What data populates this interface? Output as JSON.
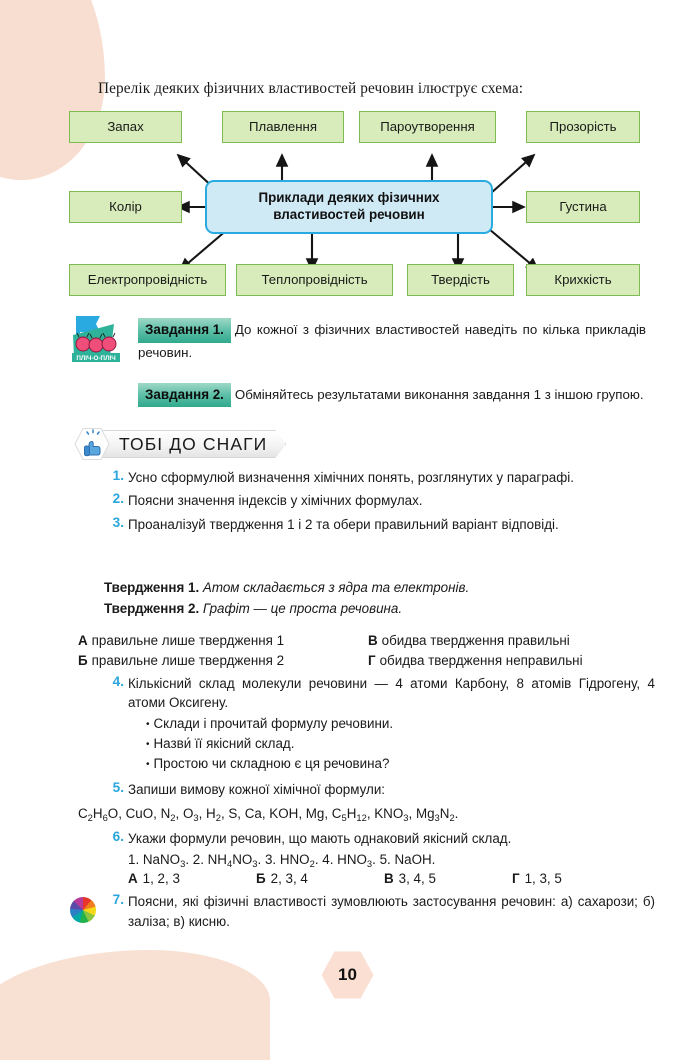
{
  "page": {
    "number": "10",
    "intro": "Перелік деяких фізичних властивостей речовин ілюструє схема:"
  },
  "scheme": {
    "center": "Приклади деяких фізичних\nвластивостей речовин",
    "center_line1": "Приклади деяких фізичних",
    "center_line2": "властивостей речовин",
    "nodes": [
      {
        "label": "Запах"
      },
      {
        "label": "Плавлення"
      },
      {
        "label": "Пароутворення"
      },
      {
        "label": "Прозорість"
      },
      {
        "label": "Колір"
      },
      {
        "label": "Густина"
      },
      {
        "label": "Електропровідність"
      },
      {
        "label": "Теплопровідність"
      },
      {
        "label": "Твердість"
      },
      {
        "label": "Крихкість"
      }
    ],
    "colors": {
      "node_fill": "#d7ecba",
      "node_border": "#7fbb52",
      "center_fill": "#cfe9f5",
      "center_border": "#29abe2"
    }
  },
  "pair_work": {
    "icon_caption": "ПЛІЧ-О-ПЛІЧ",
    "task1_label": "Завдання 1.",
    "task1_text": "До кожної з фізичних властивостей наведіть по кілька прикладів речовин.",
    "task2_label": "Завдання 2.",
    "task2_text": "Обміняйтесь результатами виконання завдання 1 з іншою групою."
  },
  "section": {
    "badge_title": "ТОБІ ДО СНАГИ"
  },
  "questions": [
    {
      "num": "1.",
      "text": "Усно сформулюй визначення хімічних понять, розглянутих у параграфі."
    },
    {
      "num": "2.",
      "text": "Поясни значення індексів у хімічних формулах."
    },
    {
      "num": "3.",
      "text": "Проаналізуй твердження 1 і 2 та обери правильний варіант відповіді."
    },
    {
      "num": "4.",
      "text": "Кількісний склад молекули речовини — 4 атоми Карбону, 8 атомів Гідрогену, 4 атоми Оксигену."
    },
    {
      "num": "5.",
      "text": "Запиши вимову кожної хімічної формули:"
    },
    {
      "num": "6.",
      "text": "Укажи формули речовин, що мають однаковий якісний склад."
    },
    {
      "num": "7.",
      "text": "Поясни, які фізичні властивості зумовлюють застосування речовин: а) сахарози; б) заліза; в) кисню."
    }
  ],
  "statements": {
    "s1_label": "Твердження 1.",
    "s1_text": "Атом складається з ядра та електронів.",
    "s2_label": "Твердження 2.",
    "s2_text": "Графіт — це проста речовина."
  },
  "q3_answers": [
    {
      "key": "А",
      "text": "правильне лише твердження 1"
    },
    {
      "key": "В",
      "text": "обидва твердження правильні"
    },
    {
      "key": "Б",
      "text": "правильне лише твердження 2"
    },
    {
      "key": "Г",
      "text": "обидва твердження неправильні"
    }
  ],
  "q4_bullets": [
    "Склади і прочитай формулу речовини.",
    "Назви́ її якісний склад.",
    "Простою чи складною є ця речовина?"
  ],
  "q5_formulas_html": "C<sub>2</sub>H<sub>6</sub>O, CuO, N<sub>2</sub>, O<sub>3</sub>, H<sub>2</sub>, S, Ca, KOH, Mg, C<sub>5</sub>H<sub>12</sub>, KNO<sub>3</sub>, Mg<sub>3</sub>N<sub>2</sub>.",
  "q6_formulas_html": "1. NaNO<sub>3</sub>. 2. NH<sub>4</sub>NO<sub>3</sub>. 3. HNO<sub>2</sub>. 4. HNO<sub>3</sub>. 5. NaOH.",
  "q6_options": [
    {
      "key": "А",
      "text": "1, 2, 3"
    },
    {
      "key": "Б",
      "text": "2, 3, 4"
    },
    {
      "key": "В",
      "text": "3, 4, 5"
    },
    {
      "key": "Г",
      "text": "1, 3, 5"
    }
  ],
  "icons": {
    "pair": "pair-work-flag-icon",
    "hand": "pointing-hand-icon",
    "wheel": "color-wheel-icon"
  }
}
